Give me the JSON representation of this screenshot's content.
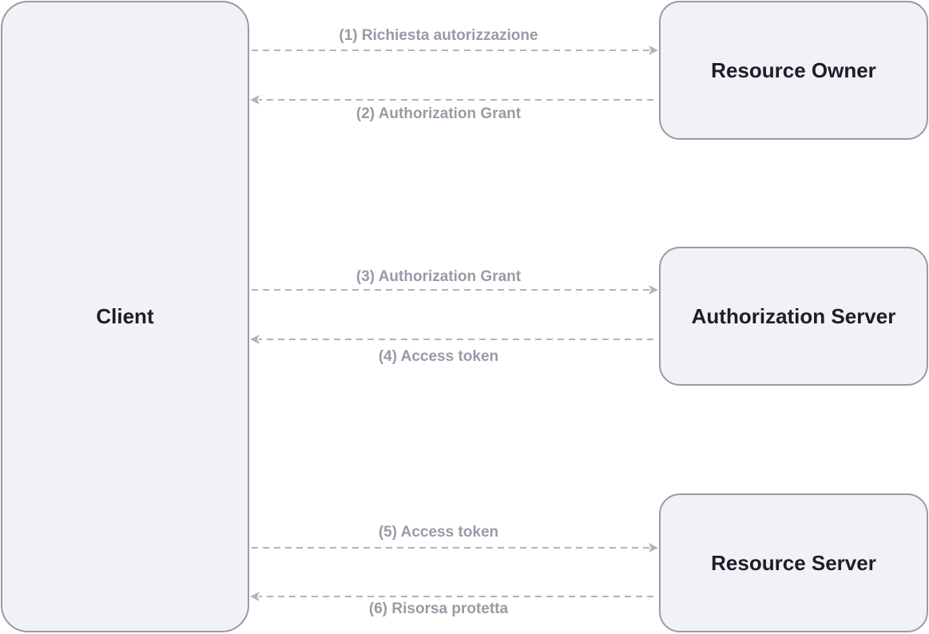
{
  "nodes": {
    "client": "Client",
    "resource_owner": "Resource Owner",
    "authorization_server": "Authorization Server",
    "resource_server": "Resource Server"
  },
  "edges": [
    {
      "label": "(1) Richiesta autorizzazione",
      "from": "Client",
      "to": "Resource Owner"
    },
    {
      "label": "(2) Authorization Grant",
      "from": "Resource Owner",
      "to": "Client"
    },
    {
      "label": "(3) Authorization Grant",
      "from": "Client",
      "to": "Authorization Server"
    },
    {
      "label": "(4) Access token",
      "from": "Authorization Server",
      "to": "Client"
    },
    {
      "label": "(5) Access token",
      "from": "Client",
      "to": "Resource Server"
    },
    {
      "label": "(6) Risorsa protetta",
      "from": "Resource Server",
      "to": "Client"
    }
  ],
  "colors": {
    "node_fill": "#f1f2f6",
    "node_border": "#999aa6",
    "node_text": "#1d1d2b",
    "edge": "#b3b3bb",
    "edge_label": "#999aa6"
  }
}
